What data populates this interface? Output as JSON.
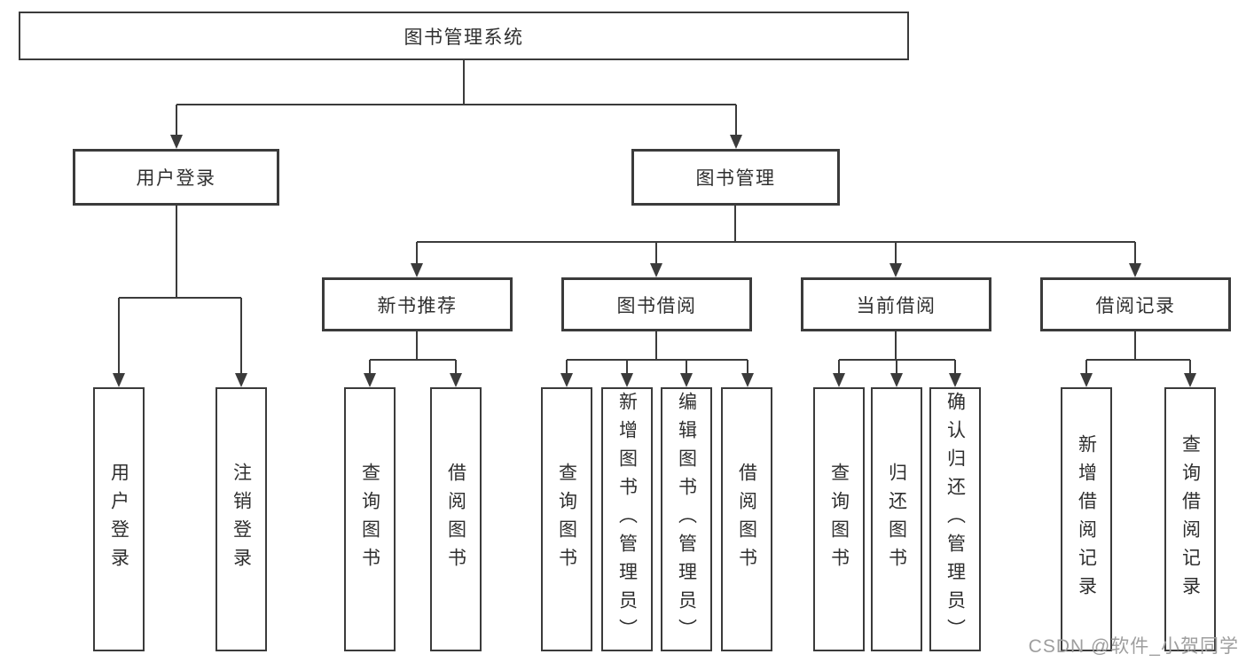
{
  "diagram": {
    "root": "图书管理系统",
    "branches": [
      {
        "label": "用户登录",
        "leaves": [
          "用户登录",
          "注销登录"
        ]
      },
      {
        "label": "图书管理",
        "sections": [
          {
            "label": "新书推荐",
            "leaves": [
              "查询图书",
              "借阅图书"
            ]
          },
          {
            "label": "图书借阅",
            "leaves": [
              "查询图书",
              "新增图书（管理员）",
              "编辑图书（管理员）",
              "借阅图书"
            ]
          },
          {
            "label": "当前借阅",
            "leaves": [
              "查询图书",
              "归还图书",
              "确认归还（管理员）"
            ]
          },
          {
            "label": "借阅记录",
            "leaves": [
              "新增借阅记录",
              "查询借阅记录"
            ]
          }
        ]
      }
    ]
  },
  "watermark": "CSDN @软件_小贺同学",
  "colors": {
    "line": "#3b3b3b",
    "text": "#2f2f2f",
    "watermark": "#9e9e9e",
    "background": "#ffffff"
  }
}
